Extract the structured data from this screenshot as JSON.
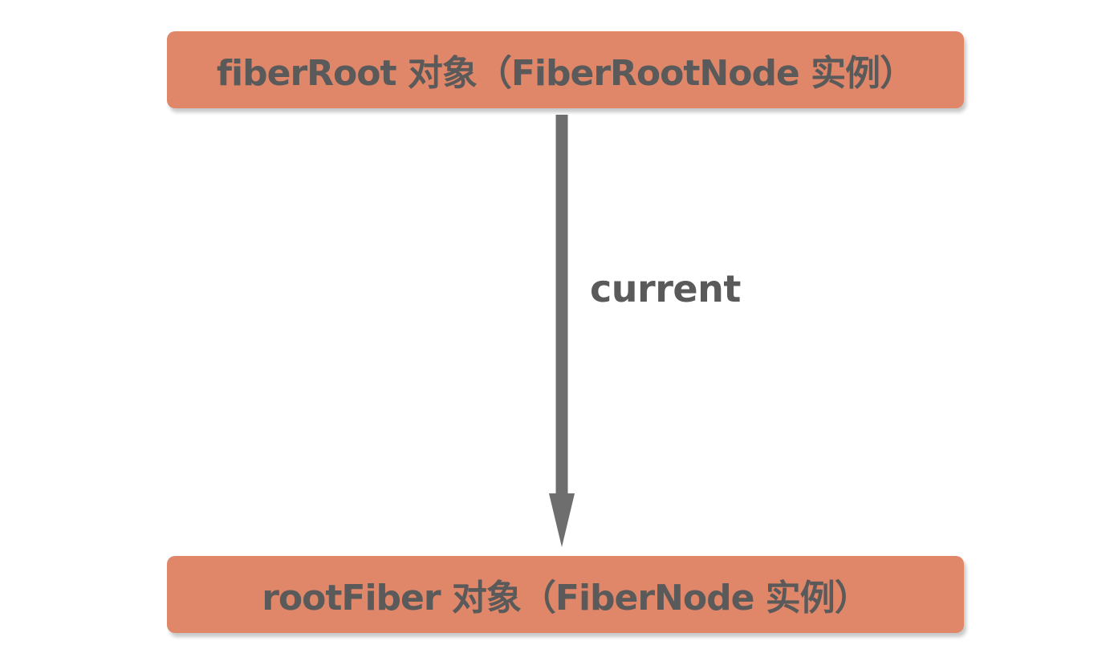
{
  "colors": {
    "node_fill": "#e0876a",
    "text": "#5a5a5a",
    "arrow": "#6e6e6e"
  },
  "diagram": {
    "nodes": [
      {
        "id": "fiber-root",
        "label": "fiberRoot 对象（FiberRootNode 实例）"
      },
      {
        "id": "root-fiber",
        "label": "rootFiber 对象（FiberNode 实例）"
      }
    ],
    "edges": [
      {
        "from": "fiber-root",
        "to": "root-fiber",
        "label": "current"
      }
    ]
  }
}
